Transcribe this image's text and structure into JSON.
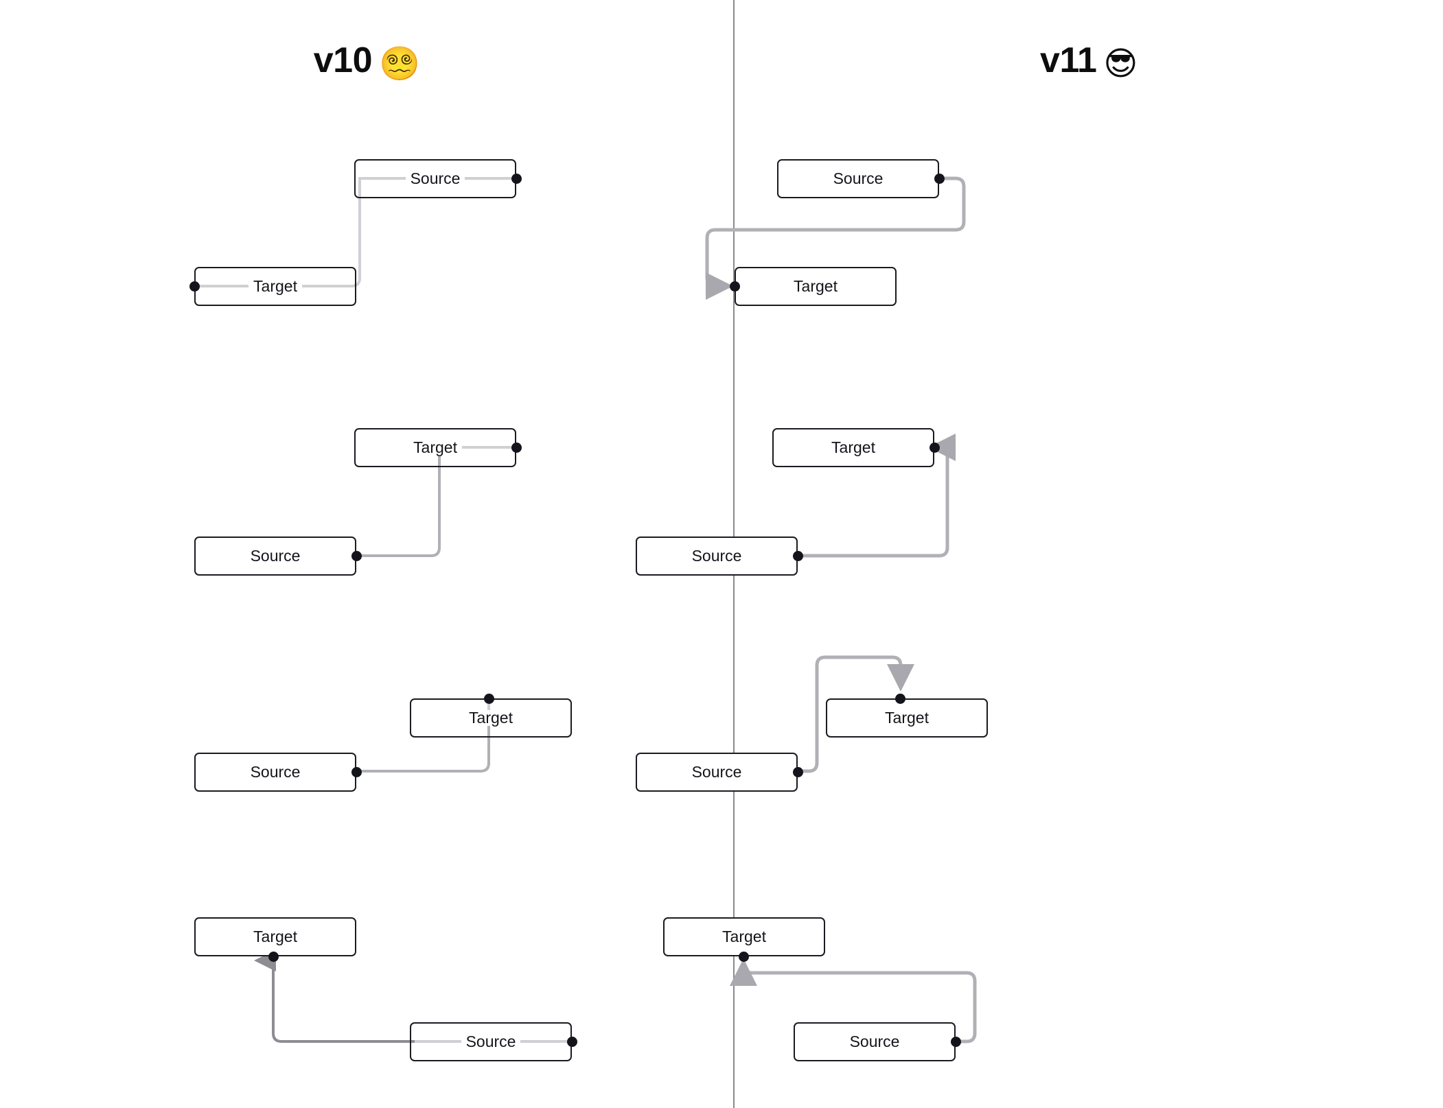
{
  "page": {
    "background": "#ffffff",
    "divider_color": "#8a8a8e",
    "node_border_color": "#1a1a21",
    "node_fill_color": "#ffffff",
    "port_color": "#14141c",
    "edge_color": "#b0b0b5",
    "edge_color_dark": "#8d8d92",
    "label_color": "#14141a"
  },
  "panels": [
    {
      "id": "v10",
      "title": "v10",
      "emoji": "😵‍💫",
      "emoji_name": "face-with-spiral-eyes",
      "routing_note": "edges pass through nodes",
      "diagrams": [
        {
          "index": 1,
          "nodes": [
            {
              "role": "source",
              "label": "Source",
              "port": "right"
            },
            {
              "role": "target",
              "label": "Target",
              "port": "left"
            }
          ],
          "arrowhead": "none"
        },
        {
          "index": 2,
          "nodes": [
            {
              "role": "target",
              "label": "Target",
              "port": "right"
            },
            {
              "role": "source",
              "label": "Source",
              "port": "right"
            }
          ],
          "arrowhead": "none"
        },
        {
          "index": 3,
          "nodes": [
            {
              "role": "target",
              "label": "Target",
              "port": "top"
            },
            {
              "role": "source",
              "label": "Source",
              "port": "right"
            }
          ],
          "arrowhead": "none"
        },
        {
          "index": 4,
          "nodes": [
            {
              "role": "target",
              "label": "Target",
              "port": "bottom"
            },
            {
              "role": "source",
              "label": "Source",
              "port": "right"
            }
          ],
          "arrowhead": "up"
        }
      ]
    },
    {
      "id": "v11",
      "title": "v11",
      "emoji": "😎",
      "emoji_name": "smiling-face-with-sunglasses",
      "routing_note": "edges route around nodes",
      "diagrams": [
        {
          "index": 1,
          "nodes": [
            {
              "role": "source",
              "label": "Source",
              "port": "right"
            },
            {
              "role": "target",
              "label": "Target",
              "port": "left"
            }
          ],
          "arrowhead": "right"
        },
        {
          "index": 2,
          "nodes": [
            {
              "role": "target",
              "label": "Target",
              "port": "right"
            },
            {
              "role": "source",
              "label": "Source",
              "port": "right"
            }
          ],
          "arrowhead": "left"
        },
        {
          "index": 3,
          "nodes": [
            {
              "role": "target",
              "label": "Target",
              "port": "top"
            },
            {
              "role": "source",
              "label": "Source",
              "port": "right"
            }
          ],
          "arrowhead": "down"
        },
        {
          "index": 4,
          "nodes": [
            {
              "role": "target",
              "label": "Target",
              "port": "bottom"
            },
            {
              "role": "source",
              "label": "Source",
              "port": "right"
            }
          ],
          "arrowhead": "up"
        }
      ]
    }
  ]
}
